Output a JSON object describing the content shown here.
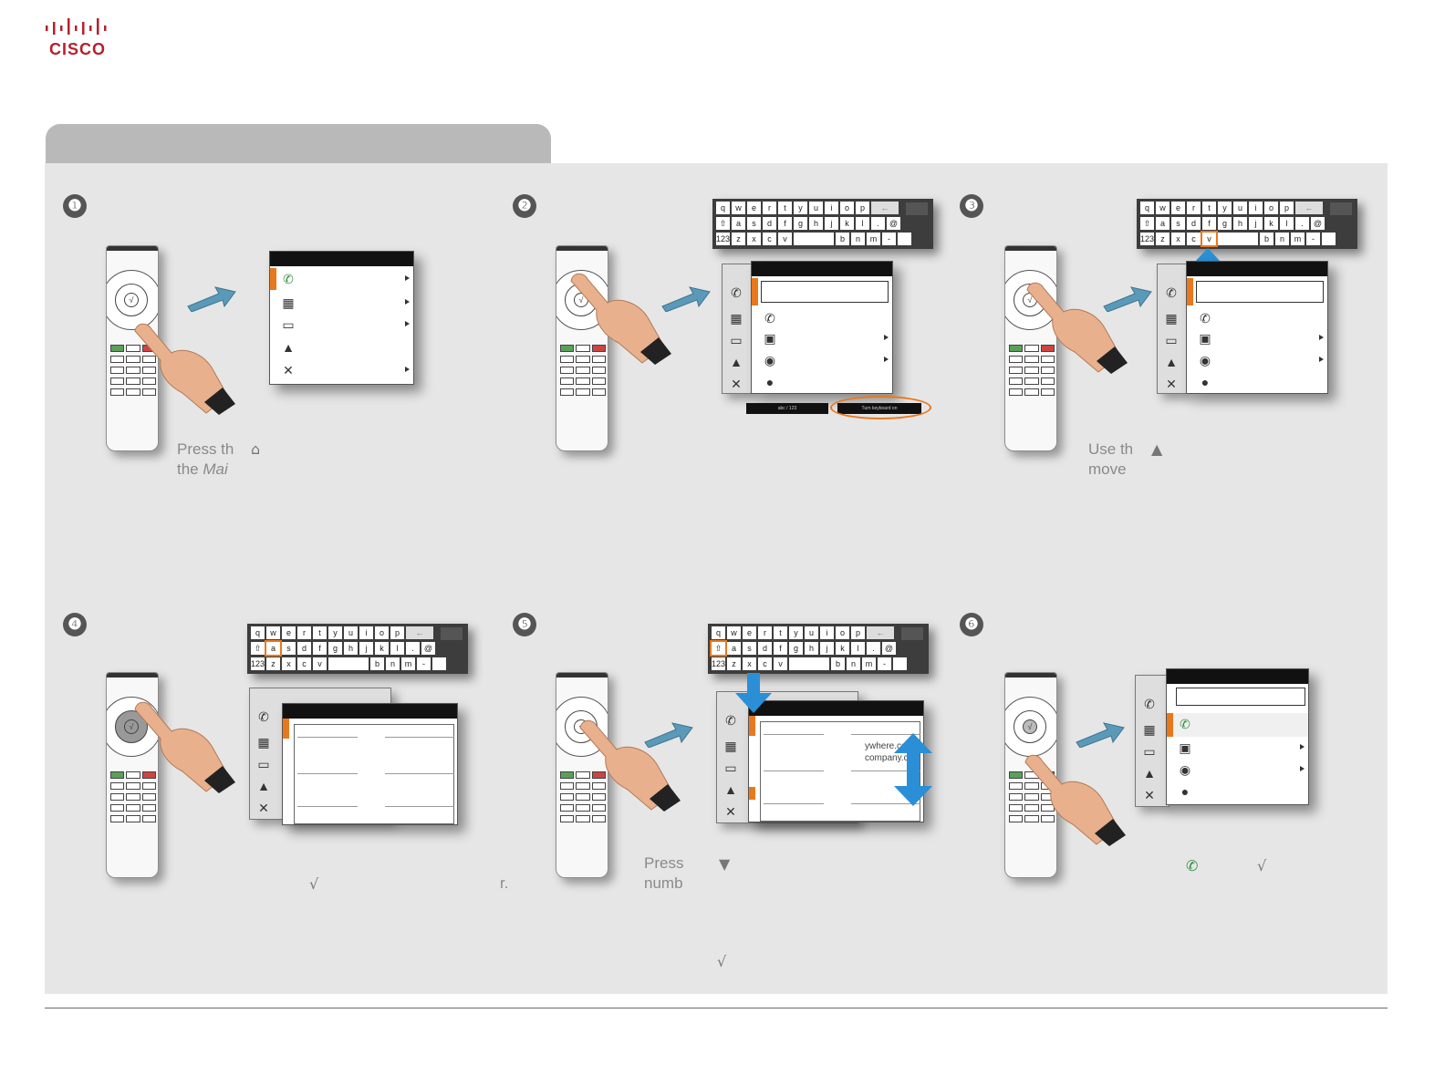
{
  "brand": {
    "name": "CISCO",
    "color": "#b5212e"
  },
  "colors": {
    "accent": "#e8781d",
    "panel": "#e6e6e6",
    "tab": "#b9b9b9",
    "arrow": "#5a9ab8",
    "blue_arrow": "#2a8fd6"
  },
  "steps": [
    {
      "num": "❶"
    },
    {
      "num": "❷"
    },
    {
      "num": "❸"
    },
    {
      "num": "❹"
    },
    {
      "num": "❺"
    },
    {
      "num": "❻"
    }
  ],
  "captions": {
    "s1_line1": "Press th",
    "s1_line2a": "the ",
    "s1_line2b": "Mai",
    "s3_line1": "Use th",
    "s3_line2": "move",
    "s4_tail": "r.",
    "s5_line1": "Press",
    "s5_line2": "numb"
  },
  "glyphs": {
    "home": "⌂",
    "up": "▲",
    "down": "▼",
    "check": "√"
  },
  "keyboard": {
    "row1": [
      "q",
      "w",
      "e",
      "r",
      "t",
      "y",
      "u",
      "i",
      "o",
      "p"
    ],
    "row2": [
      "⇧",
      "a",
      "s",
      "d",
      "f",
      "g",
      "h",
      "j",
      "k",
      "l",
      ".",
      "@"
    ],
    "row3": [
      "123",
      "z",
      "x",
      "c",
      "v",
      "",
      "b",
      "n",
      "m",
      "-",
      ""
    ],
    "backspace": "←"
  },
  "buttons": {
    "abc": "abc / 123",
    "turn_keyboard": "Turn keyboard on"
  },
  "search_fragments": {
    "line1": "ywhere.co",
    "line2": "company.c"
  },
  "icons": [
    "phone-icon",
    "calendar-icon",
    "laptop-icon",
    "contact-icon",
    "tools-icon",
    "presence-icon",
    "person-icon"
  ]
}
